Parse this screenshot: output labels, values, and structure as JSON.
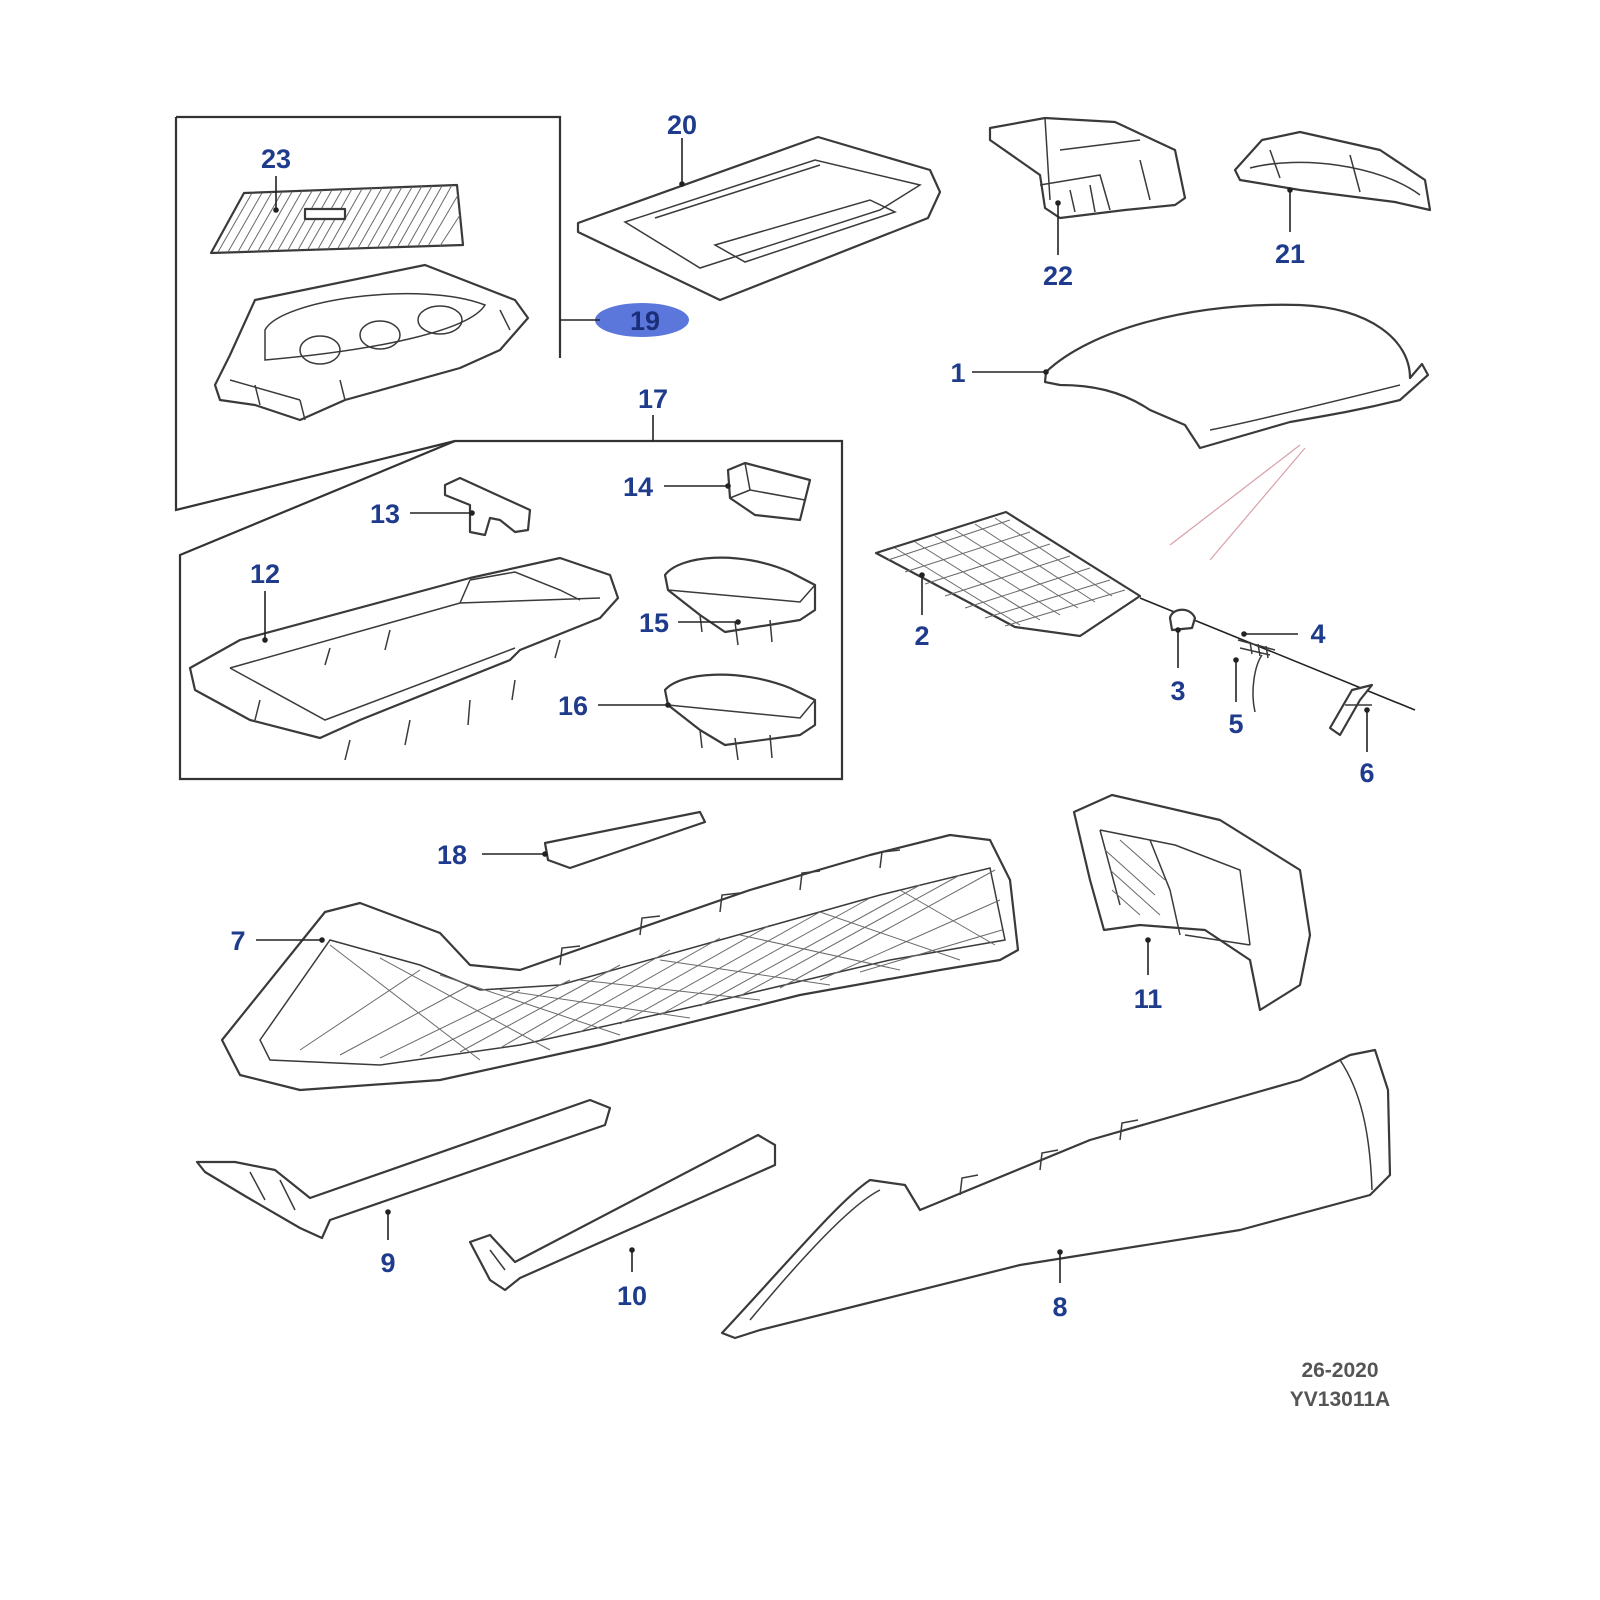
{
  "colors": {
    "callout_text": "#1f3b8c",
    "highlight": "#3f5fd6",
    "line_art": "#3a3a3a",
    "ref_text": "#555555"
  },
  "callouts": {
    "c1": "1",
    "c2": "2",
    "c3": "3",
    "c4": "4",
    "c5": "5",
    "c6": "6",
    "c7": "7",
    "c8": "8",
    "c9": "9",
    "c10": "10",
    "c11": "11",
    "c12": "12",
    "c13": "13",
    "c14": "14",
    "c15": "15",
    "c16": "16",
    "c17": "17",
    "c18": "18",
    "c19": "19",
    "c20": "20",
    "c21": "21",
    "c22": "22",
    "c23": "23"
  },
  "highlighted_callout": "19",
  "reference": {
    "line1": "26-2020",
    "line2": "YV13011A"
  }
}
